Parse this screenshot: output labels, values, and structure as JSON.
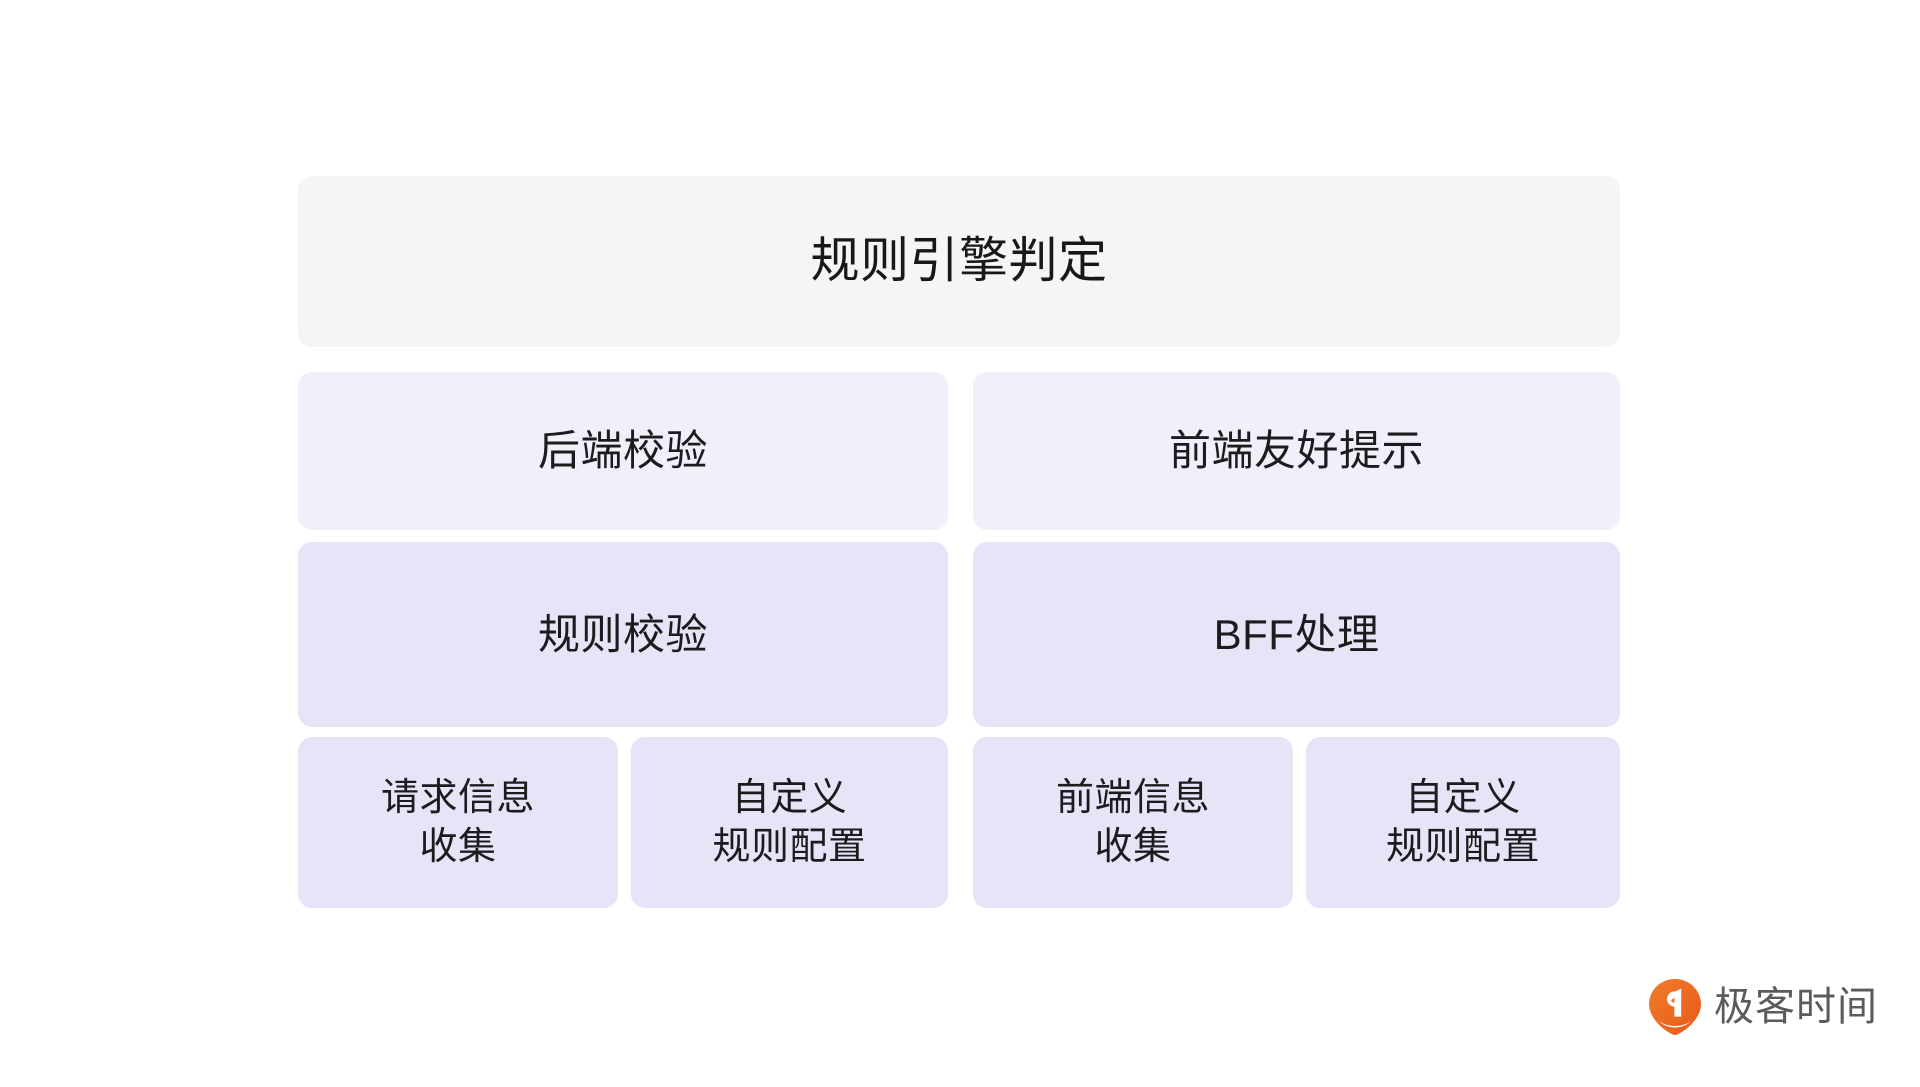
{
  "diagram": {
    "title": "规则引擎判定",
    "tiers": [
      {
        "name": "validation-layer",
        "fill": "#f0f0fb",
        "items": [
          {
            "label": "后端校验"
          },
          {
            "label": "前端友好提示"
          }
        ]
      },
      {
        "name": "processing-layer",
        "fill": "#e6e4f6",
        "items": [
          {
            "label": "规则校验"
          },
          {
            "label": "BFF处理"
          }
        ]
      },
      {
        "name": "source-layer",
        "fill": "#e6e4f6",
        "items": [
          {
            "label": "请求信息\n收集"
          },
          {
            "label": "自定义\n规则配置"
          },
          {
            "label": "前端信息\n收集"
          },
          {
            "label": "自定义\n规则配置"
          }
        ]
      }
    ]
  },
  "brand": {
    "name": "极客时间",
    "mark_icon": "geektime-pin-icon",
    "mark_color": "#ee6f21",
    "text_color": "#5b5b5b"
  },
  "colors": {
    "background": "#ffffff",
    "title_fill": "#f5f5f5",
    "tier1_fill": "#f0f0fb",
    "tier2_fill": "#e6e4f6",
    "text": "#1c1c1f"
  }
}
